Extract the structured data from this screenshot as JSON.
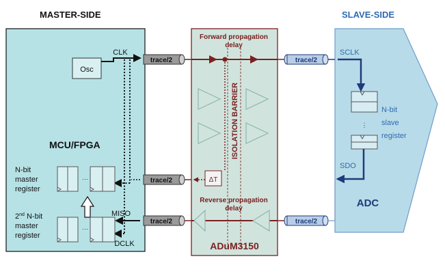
{
  "master": {
    "heading": "MASTER-SIDE",
    "osc": "Osc",
    "clk": "CLK",
    "mcu": "MCU/FPGA",
    "nbit_master": [
      "N-bit",
      "master",
      "register"
    ],
    "second_prefix": "2",
    "second_sup": "nd",
    "second_suffix": " N-bit",
    "second_rest": [
      "master",
      "register"
    ],
    "miso": "MISO",
    "dclk": "DCLK"
  },
  "slave": {
    "heading": "SLAVE-SIDE",
    "sclk": "SCLK",
    "nbit_slave": [
      "N-bit",
      "slave",
      "register"
    ],
    "sdo": "SDO",
    "adc": "ADC"
  },
  "isolator": {
    "forward": [
      "Forward propagation",
      "delay"
    ],
    "barrier": "ISOLATION BARRIER",
    "reverse": [
      "Reverse propagation",
      "delay"
    ],
    "delta": "ΔT",
    "part": "ADuM3150"
  },
  "trace_label": "trace/2",
  "colors": {
    "master_fill": "#b6e2e6",
    "slave_fill": "#b8dbe9",
    "isolator_fill": "#d0e4dd",
    "isolator_border": "#8a3a3a",
    "dark_red": "#7a2020",
    "navy": "#1f3b7a",
    "slave_text": "#2f6bb0"
  }
}
